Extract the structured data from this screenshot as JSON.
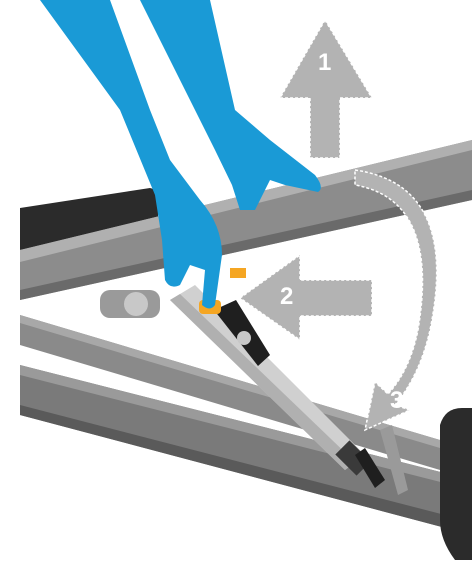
{
  "steps": [
    {
      "label": "1"
    },
    {
      "label": "2"
    },
    {
      "label": "3"
    }
  ],
  "colors": {
    "hand": "#1a9ad6",
    "frame_dark": "#6a6a6a",
    "frame_mid": "#8e8e8e",
    "frame_light": "#b8b8b8",
    "arrow": "#b3b3b3",
    "latch_yellow": "#f5a623",
    "handle": "#222222",
    "seat": "#2b2b2b"
  },
  "icons": [
    "arrow-up-icon",
    "arrow-left-icon",
    "curved-arrow-icon",
    "hand-icon"
  ]
}
